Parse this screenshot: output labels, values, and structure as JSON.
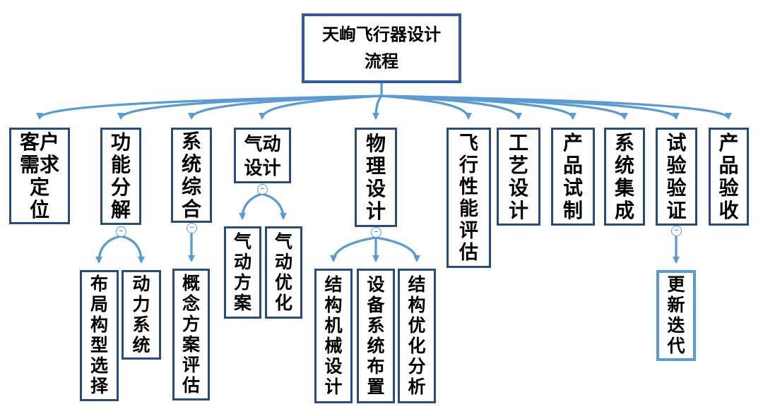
{
  "diagram": {
    "type": "tree-flowchart",
    "title": "天峋飞行器设计流程"
  },
  "colors": {
    "root_border": "#2D5AA0",
    "node_border": "#284B82",
    "connector": "#5B9BD5",
    "highlight_border": "#5B9BD5",
    "text": "#000000",
    "background": "#FFFFFF"
  },
  "ui": {
    "collapse_glyph": "−"
  },
  "nodes": {
    "root": {
      "label": "天峋飞行器设计\n流程"
    },
    "customer_need": {
      "label": "客户\n需求\n定\n位"
    },
    "function_decomp": {
      "label": "功\n能\n分\n解"
    },
    "system_synthesis": {
      "label": "系\n统\n综\n合"
    },
    "aero_design": {
      "label": "气动\n设计"
    },
    "physical_design": {
      "label": "物\n理\n设\n计"
    },
    "flight_perf_eval": {
      "label": "飞\n行\n性\n能\n评\n估"
    },
    "process_design": {
      "label": "工\n艺\n设\n计"
    },
    "product_trial": {
      "label": "产\n品\n试\n制"
    },
    "system_integration": {
      "label": "系\n统\n集\n成"
    },
    "test_verification": {
      "label": "试\n验\n验\n证"
    },
    "product_acceptance": {
      "label": "产\n品\n验\n收"
    },
    "layout_config_selection": {
      "label": "布\n局\n构\n型\n选\n择"
    },
    "power_system": {
      "label": "动\n力\n系\n统"
    },
    "concept_eval": {
      "label": "概\n念\n方\n案\n评\n估"
    },
    "aero_scheme": {
      "label": "气\n动\n方\n案"
    },
    "aero_optimization": {
      "label": "气\n动\n优\n化"
    },
    "struct_mech_design": {
      "label": "结\n构\n机\n械\n设\n计"
    },
    "equip_sys_layout": {
      "label": "设\n备\n系\n统\n布\n置"
    },
    "struct_opt_analysis": {
      "label": "结\n构\n优\n化\n分\n析"
    },
    "update_iteration": {
      "label": "更\n新\n迭\n代"
    }
  },
  "structure": {
    "root": [
      "customer_need",
      "function_decomp",
      "system_synthesis",
      "aero_design",
      "physical_design",
      "flight_perf_eval",
      "process_design",
      "product_trial",
      "system_integration",
      "test_verification",
      "product_acceptance"
    ],
    "function_decomp": [
      "layout_config_selection",
      "power_system"
    ],
    "system_synthesis": [
      "concept_eval"
    ],
    "aero_design": [
      "aero_scheme",
      "aero_optimization"
    ],
    "physical_design": [
      "struct_mech_design",
      "equip_sys_layout",
      "struct_opt_analysis"
    ],
    "test_verification": [
      "update_iteration"
    ]
  }
}
